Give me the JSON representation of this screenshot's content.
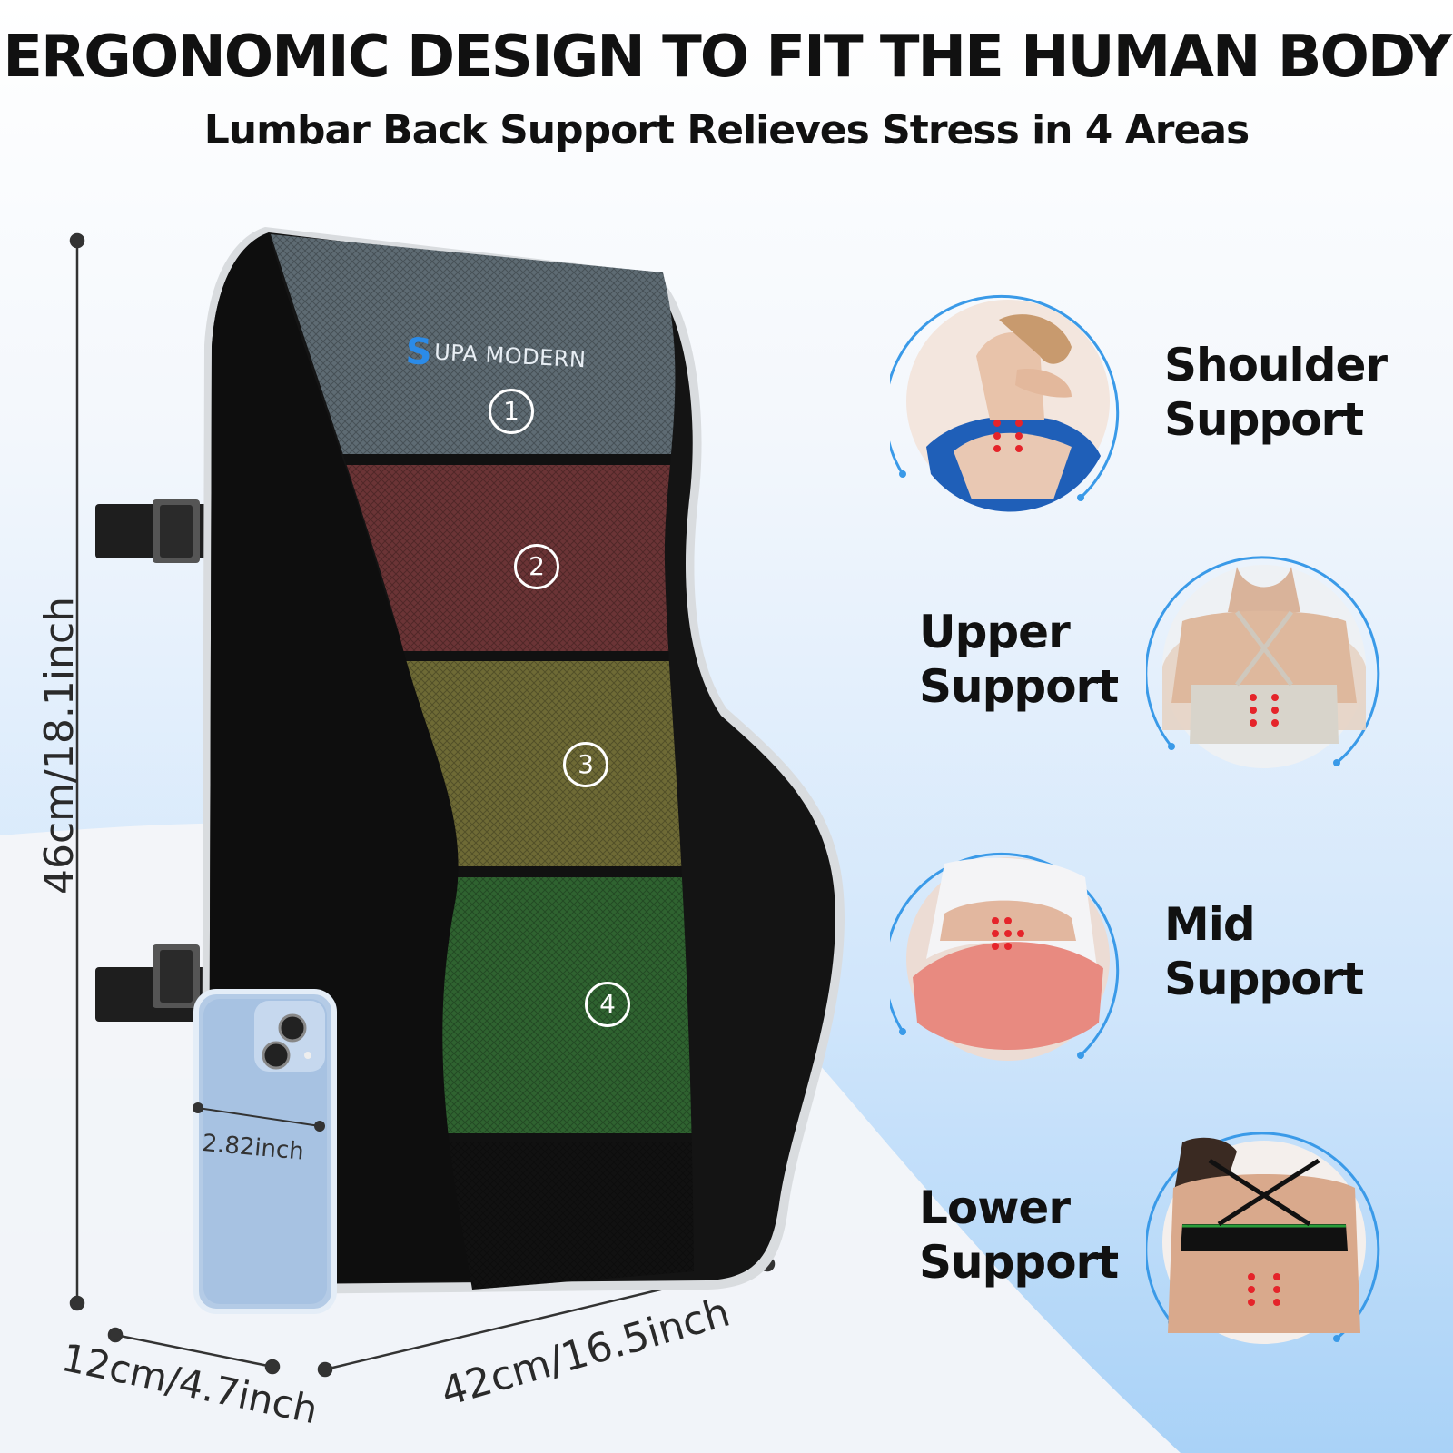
{
  "title": "ERGONOMIC DESIGN TO FIT THE HUMAN BODY",
  "subtitle": "Lumbar Back Support Relieves Stress in 4 Areas",
  "brand": {
    "mark": "S",
    "text": "UPA MODERN"
  },
  "dimensions": {
    "height": "46cm/18.1inch",
    "depth": "12cm/4.7inch",
    "width": "42cm/16.5inch",
    "phone": "2.82inch"
  },
  "zones": [
    {
      "number": "1",
      "color": "#5e6b73"
    },
    {
      "number": "2",
      "color": "#6b3436"
    },
    {
      "number": "3",
      "color": "#6e6a35"
    },
    {
      "number": "4",
      "color": "#2f6330"
    }
  ],
  "areas": [
    {
      "line1": "Shoulder",
      "line2": "Support"
    },
    {
      "line1": "Upper",
      "line2": "Support"
    },
    {
      "line1": "Mid",
      "line2": "Support"
    },
    {
      "line1": "Lower",
      "line2": "Support"
    }
  ],
  "colors": {
    "accent_blue": "#3a9ae8",
    "pressure_dot": "#e5242a",
    "cushion": "#141414"
  }
}
